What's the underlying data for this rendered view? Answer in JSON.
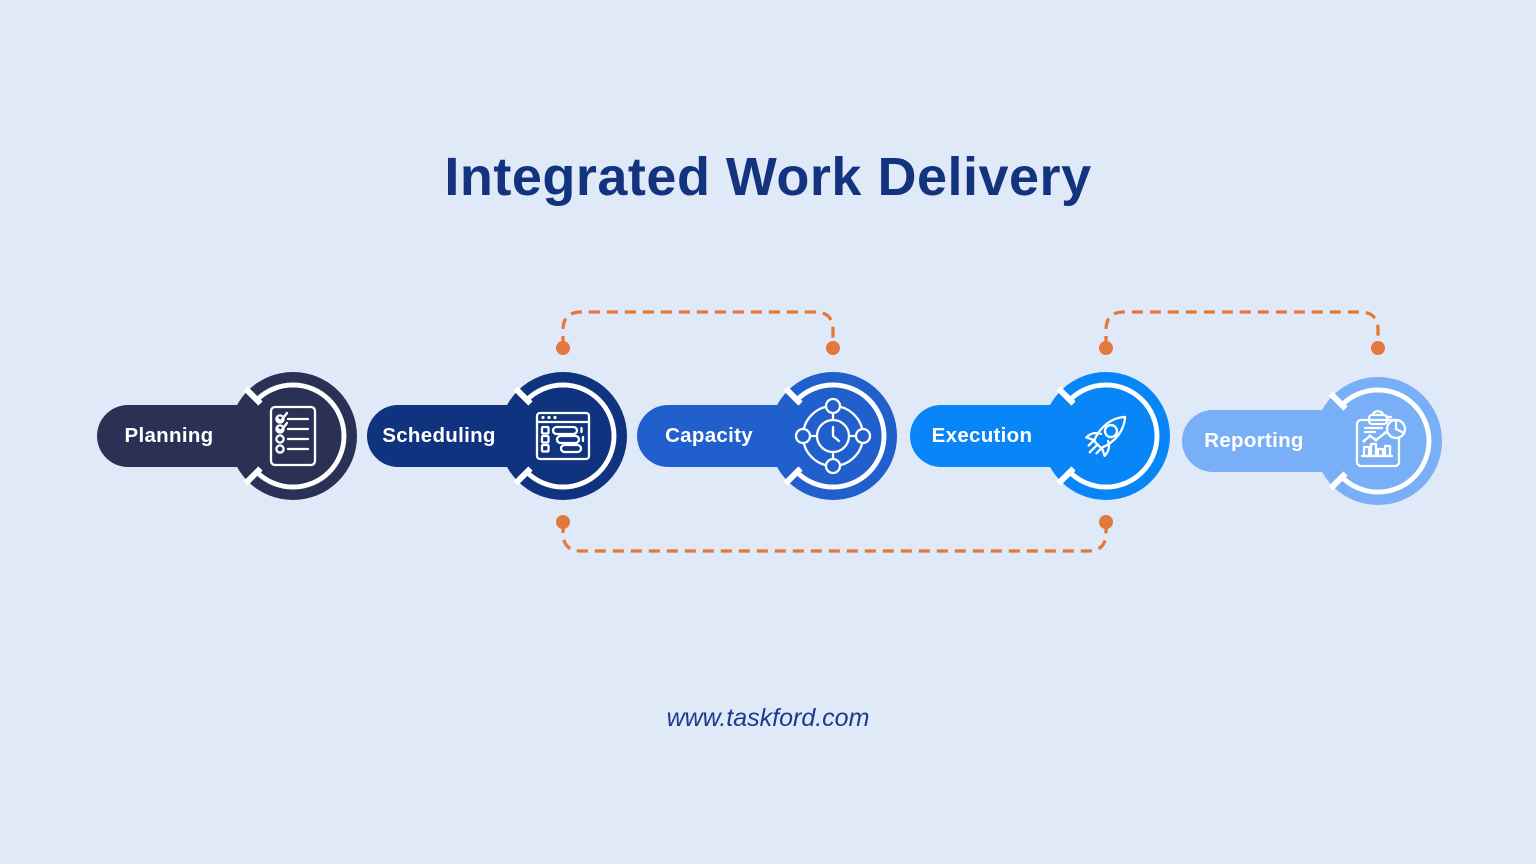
{
  "title": "Integrated Work Delivery",
  "website": "www.taskford.com",
  "theme": {
    "background": "#DFE9F8",
    "title_color": "#14337F",
    "website_color": "#1A3C8C",
    "connector_color": "#E2793B",
    "label_color": "#FFFFFF",
    "ring_gap_color": "#FFFFFF"
  },
  "stages": [
    {
      "label": "Planning",
      "color": "#2A3154",
      "icon": "checklist-icon"
    },
    {
      "label": "Scheduling",
      "color": "#10337F",
      "icon": "task-board-icon"
    },
    {
      "label": "Capacity",
      "color": "#2160CC",
      "icon": "capacity-clock-icon"
    },
    {
      "label": "Execution",
      "color": "#0886F8",
      "icon": "rocket-icon"
    },
    {
      "label": "Reporting",
      "color": "#78AFF6",
      "icon": "report-chart-icon"
    }
  ],
  "connectors": [
    {
      "from": "Scheduling",
      "to": "Capacity",
      "position": "top"
    },
    {
      "from": "Execution",
      "to": "Reporting",
      "position": "top"
    },
    {
      "from": "Scheduling",
      "to": "Execution",
      "position": "bottom"
    }
  ]
}
